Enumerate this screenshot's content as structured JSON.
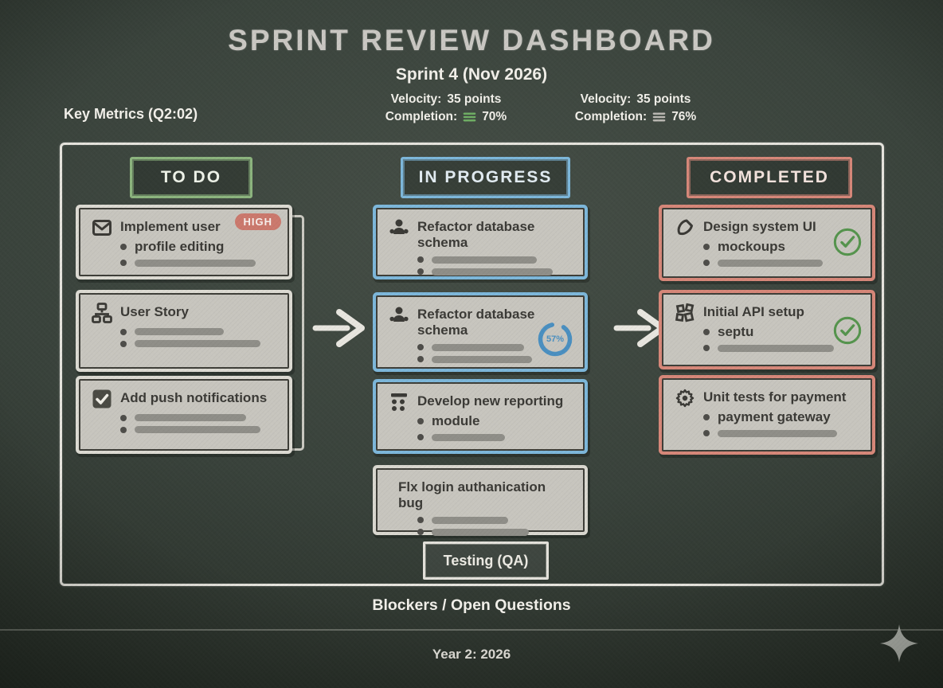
{
  "colors": {
    "background": "#39423b",
    "chalk_white": "#e6e4dd",
    "todo_green": "#8cb47e",
    "in_progress_blue": "#7db7da",
    "completed_salmon": "#d68779",
    "high_badge_red": "#cb796d",
    "check_green": "#55944d",
    "progress_blue": "#4a8fc0",
    "card_background": "#c7c5be",
    "card_text": "#3b3a36",
    "placeholder_bar_gray": "#8f8e88",
    "completion_icon_green": "#6fae64",
    "completion_icon_gray": "#b9b7b1"
  },
  "header": {
    "title": "SPRINT REVIEW DASHBOARD",
    "subtitle": "Sprint 4 (Nov 2026)",
    "key_metrics_label": "Key Metrics (Q2:02)",
    "metrics": [
      {
        "velocity_label": "Velocity:",
        "velocity_value": "35 points",
        "completion_label": "Completion:",
        "completion_value": "70%",
        "completion_icon": "list-lines-icon",
        "completion_icon_color": "#6fae64"
      },
      {
        "velocity_label": "Velocity:",
        "velocity_value": "35 points",
        "completion_label": "Completion:",
        "completion_value": "76%",
        "completion_icon": "list-lines-icon",
        "completion_icon_color": "#b9b7b1"
      }
    ]
  },
  "board": {
    "columns": [
      {
        "label": "TO DO",
        "color": "#8cb47e",
        "cards": [
          {
            "icon": "mail-icon",
            "title": "Implement user",
            "bullet_text": "profile editing",
            "badge": "HIGH"
          },
          {
            "icon": "sitemap-icon",
            "title": "User Story"
          },
          {
            "icon": "checkbox-icon",
            "title": "Add push notifications"
          }
        ]
      },
      {
        "label": "IN PROGRESS",
        "color": "#7db7da",
        "cards": [
          {
            "icon": "users-icon",
            "title": "Refactor database schema"
          },
          {
            "icon": "users-icon",
            "title": "Refactor database schema",
            "progress": "57%"
          },
          {
            "icon": "grid-dots-icon",
            "title": "Develop new reporting",
            "bullet_text": "module"
          },
          {
            "icon": "",
            "title": "Flx login authanication bug"
          }
        ]
      },
      {
        "label": "COMPLETED",
        "color": "#d68779",
        "cards": [
          {
            "icon": "pen-icon",
            "title": "Design system UI",
            "bullet_text": "mockoups",
            "check": "done"
          },
          {
            "icon": "puzzle-icon",
            "title": "Initial API setup",
            "bullet_text": "septu",
            "check": "done"
          },
          {
            "icon": "gear-icon",
            "title": "Unit tests for payment",
            "bullet_text": "payment gateway"
          }
        ]
      }
    ],
    "testing_label": "Testing (QA)"
  },
  "footer": {
    "blockers_label": "Blockers / Open Questions",
    "year_label": "Year 2: 2026"
  }
}
